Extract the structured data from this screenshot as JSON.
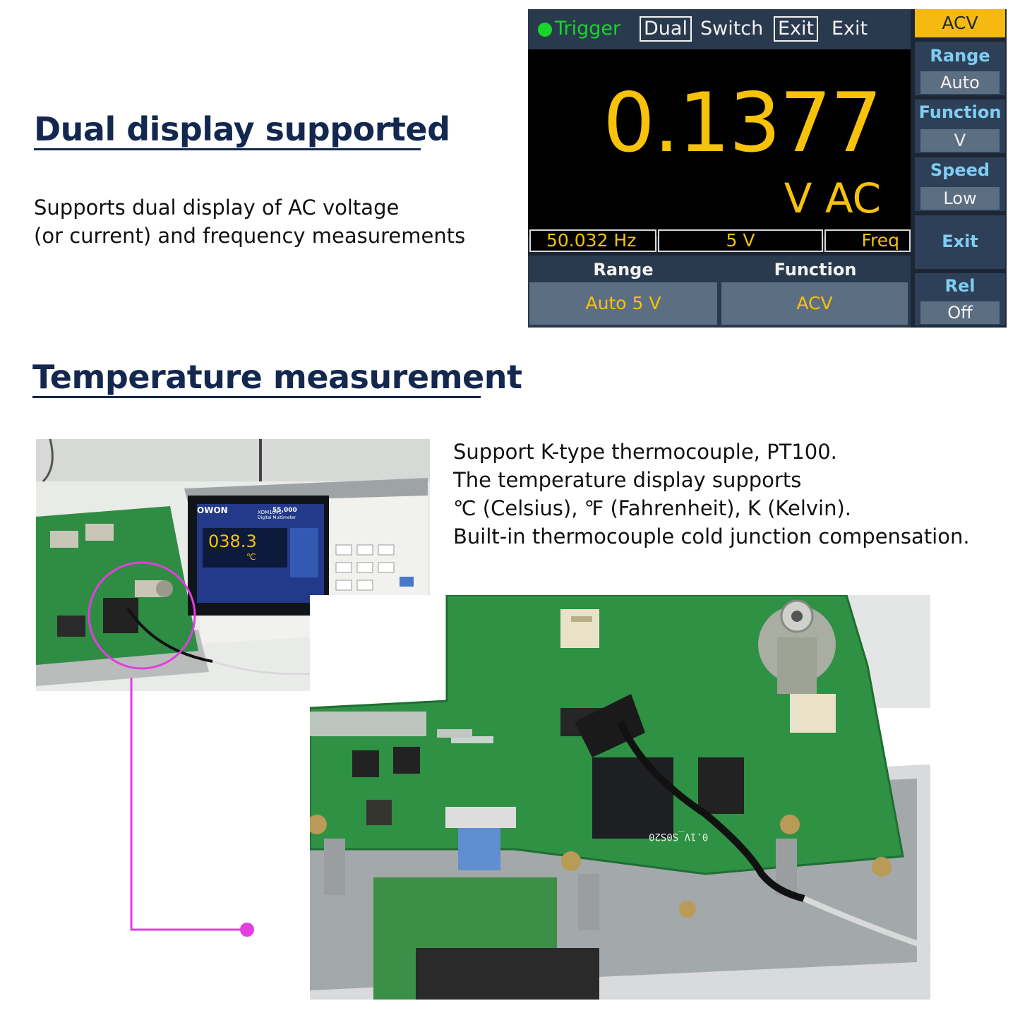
{
  "section1": {
    "title": "Dual display supported",
    "desc_lines": [
      "Supports dual display of AC voltage",
      "(or current) and frequency measurements"
    ]
  },
  "meter": {
    "topbar": {
      "trigger": "Trigger",
      "dual_key": "Dual",
      "dual_text": "Switch",
      "exit_key": "Exit",
      "exit_text": "Exit"
    },
    "main_reading": "0.1377",
    "unit": "V AC",
    "secondary": {
      "frequency": "50.032 Hz",
      "range": "5 V",
      "mode": "Freq"
    },
    "bottom": {
      "range_label": "Range",
      "range_value": "Auto 5 V",
      "function_label": "Function",
      "function_value": "ACV"
    },
    "side": {
      "mode": "ACV",
      "softkeys": [
        {
          "label": "Range",
          "value": "Auto"
        },
        {
          "label": "Function",
          "value": "V"
        },
        {
          "label": "Speed",
          "value": "Low"
        },
        {
          "label": "Exit",
          "value": ""
        },
        {
          "label": "Rel",
          "value": "Off"
        }
      ]
    },
    "colors": {
      "reading": "#f6c20a",
      "trigger": "#19d52b",
      "softkey_label": "#7fcdf2",
      "mode_badge": "#f6b910"
    }
  },
  "section2": {
    "title": "Temperature measurement",
    "desc_lines": [
      "Support K-type thermocouple, PT100.",
      "The temperature display supports",
      "℃ (Celsius), ℉ (Fahrenheit), K (Kelvin).",
      "Built-in thermocouple cold junction compensation."
    ]
  },
  "photo_small": {
    "brand": "OWON",
    "model": "XDM1041",
    "subtitle": "Digital Multimeter",
    "counts": "55,000",
    "reading": "038.3",
    "unit": "℃"
  },
  "photo_large": {
    "board_marking": "0.1V_S0S20"
  },
  "callout_color": "#e23ee0"
}
